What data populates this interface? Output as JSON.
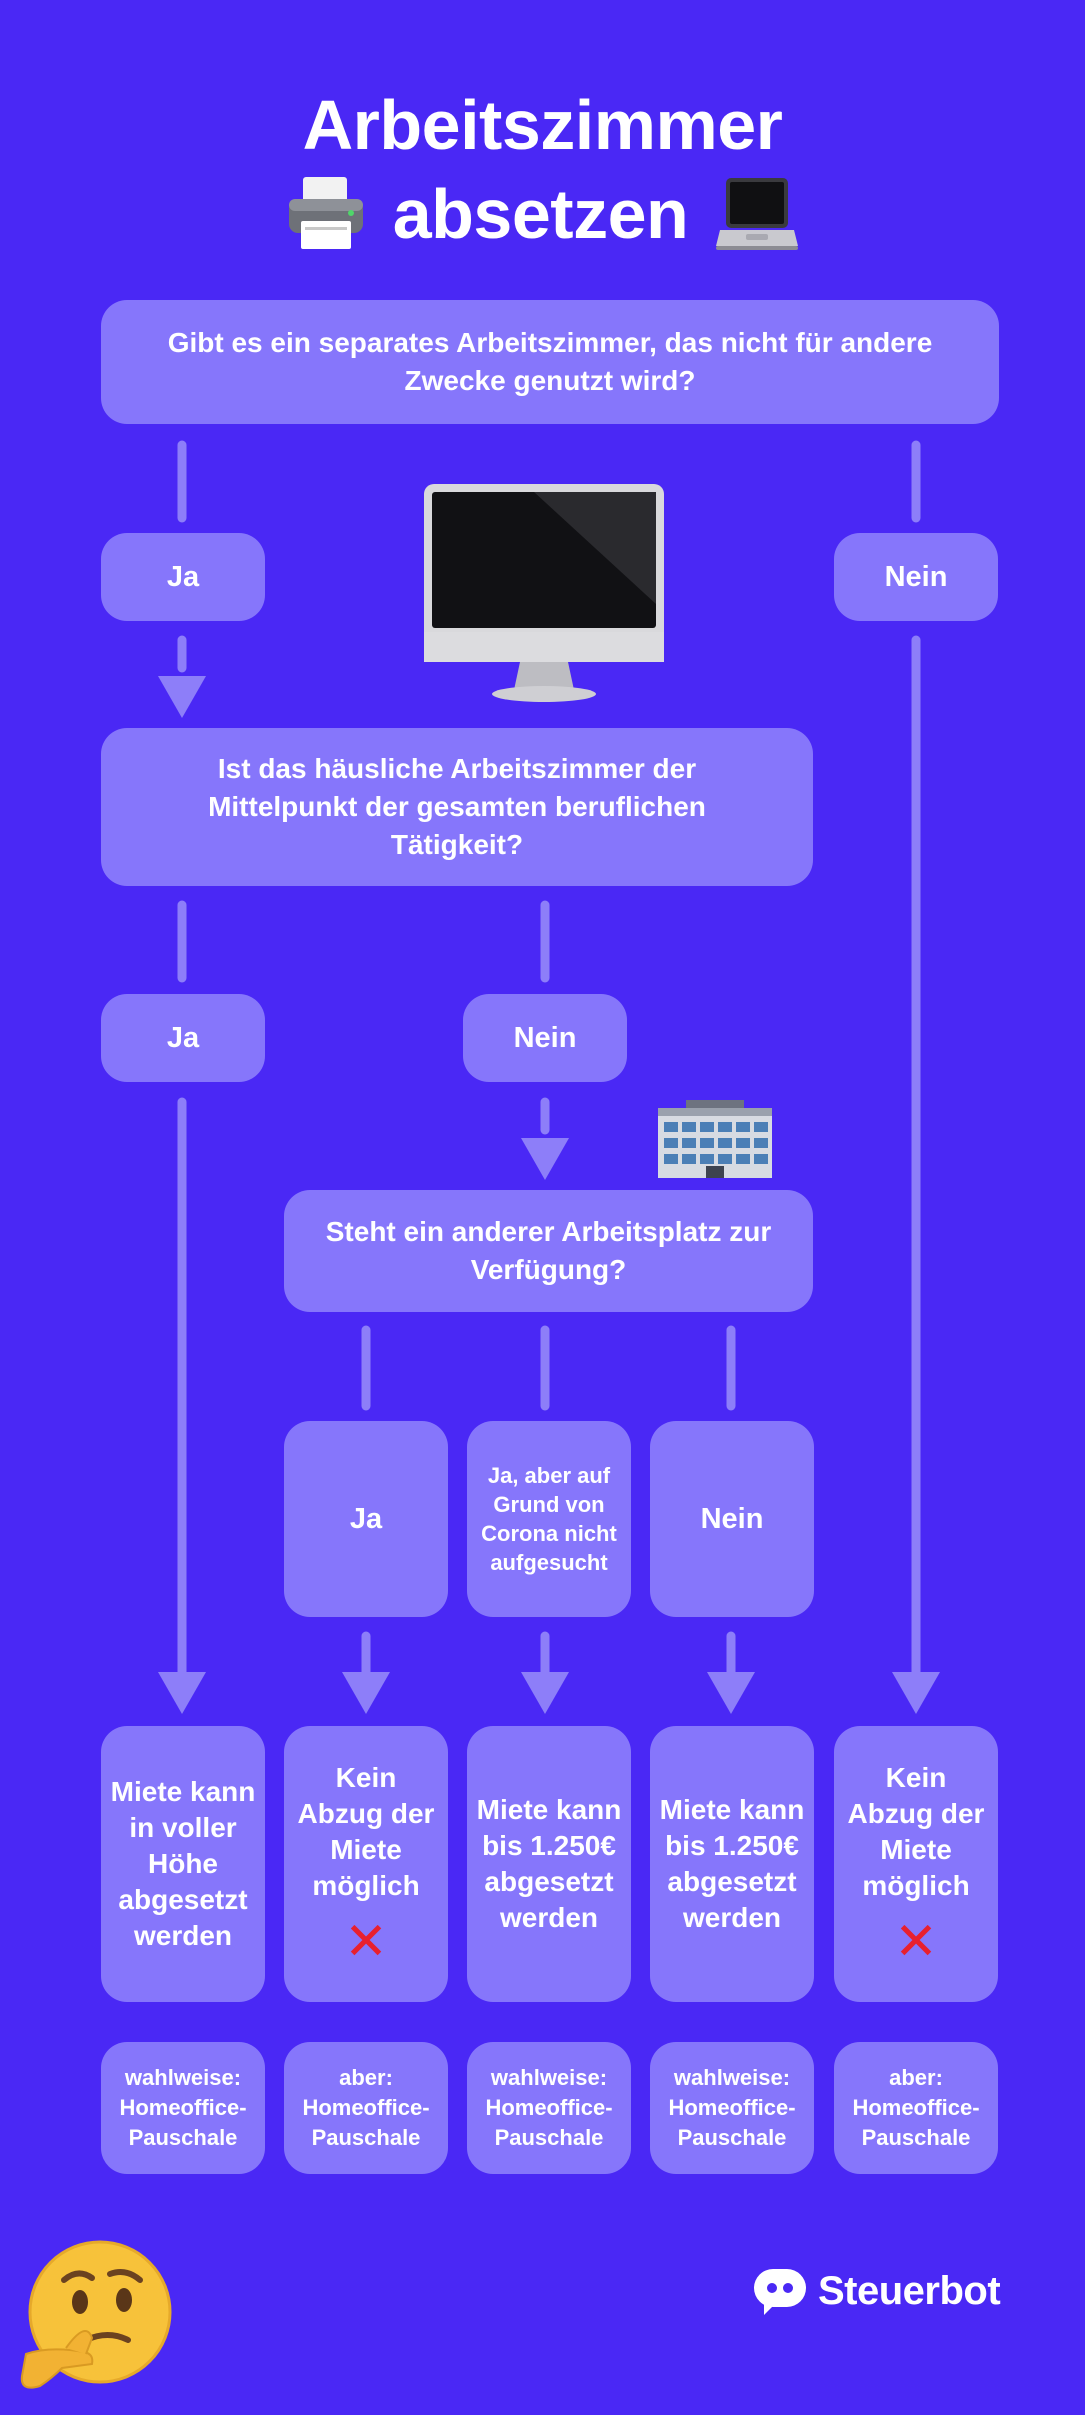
{
  "title": {
    "line1": "Arbeitszimmer",
    "line2": "absetzen"
  },
  "q1": {
    "text": "Gibt es ein separates Arbeitszimmer, das nicht für andere Zwecke genutzt wird?",
    "yes": "Ja",
    "no": "Nein"
  },
  "q2": {
    "text": "Ist das häusliche Arbeitszimmer der Mittelpunkt der gesamten beruflichen Tätigkeit?",
    "yes": "Ja",
    "no": "Nein"
  },
  "q3": {
    "text": "Steht ein anderer Arbeitsplatz zur Verfügung?",
    "yes": "Ja",
    "corona": "Ja, aber auf Grund von Corona nicht aufgesucht",
    "no": "Nein"
  },
  "results": [
    {
      "text": "Miete kann in voller Höhe abgesetzt werden",
      "cross": false,
      "option": "wahlweise: Homeoffice-Pauschale"
    },
    {
      "text": "Kein Abzug der Miete möglich",
      "cross": true,
      "option": "aber: Homeoffice-Pauschale"
    },
    {
      "text": "Miete kann bis 1.250€ abgesetzt werden",
      "cross": false,
      "option": "wahlweise: Homeoffice-Pauschale"
    },
    {
      "text": "Miete kann bis 1.250€ abgesetzt werden",
      "cross": false,
      "option": "wahlweise: Homeoffice-Pauschale"
    },
    {
      "text": "Kein Abzug der Miete möglich",
      "cross": true,
      "option": "aber: Homeoffice-Pauschale"
    }
  ],
  "cross_symbol": "✕",
  "brand": {
    "name": "Steuerbot"
  },
  "icons": [
    "printer-icon",
    "laptop-icon",
    "imac-icon",
    "office-building-icon",
    "thinking-face-icon",
    "steuerbot-logo-icon"
  ],
  "colors": {
    "background": "#4a28f5",
    "box": "#8676fb",
    "connector": "#8d7ef9",
    "cross": "#e8202f"
  }
}
